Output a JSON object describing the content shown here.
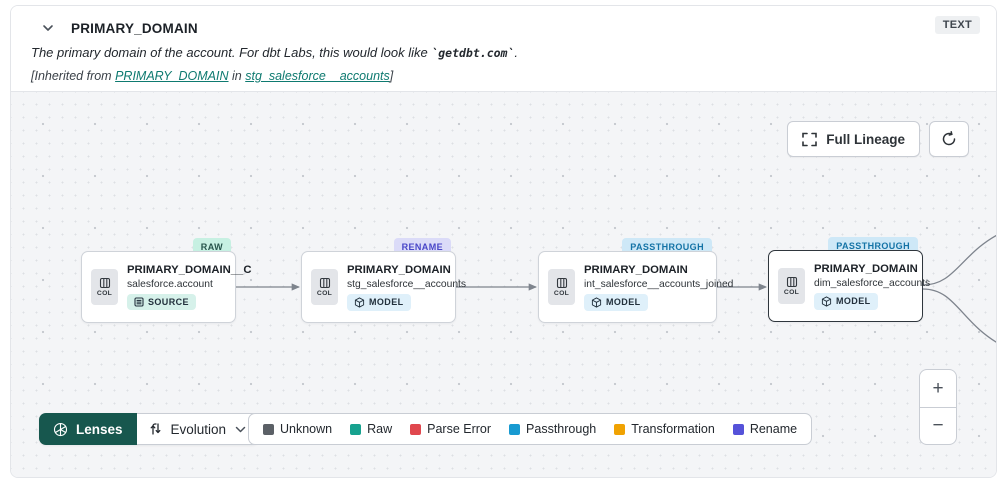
{
  "header": {
    "title": "PRIMARY_DOMAIN",
    "type_badge": "TEXT",
    "description": {
      "prefix": "The primary domain of the account. For dbt Labs, this would look like ",
      "code": "`getdbt.com`",
      "suffix": "."
    },
    "inherited": {
      "prefix": "[Inherited from ",
      "column_link": "PRIMARY_DOMAIN",
      "middle": " in ",
      "model_link": "stg_salesforce__accounts",
      "suffix": "]"
    }
  },
  "lineage": {
    "full_lineage_button": "Full Lineage",
    "nodes": [
      {
        "title": "PRIMARY_DOMAIN__C",
        "subtitle": "salesforce.account",
        "resource_type": "SOURCE",
        "evolution": "RAW",
        "col_label": "COL"
      },
      {
        "title": "PRIMARY_DOMAIN",
        "subtitle": "stg_salesforce__accounts",
        "resource_type": "MODEL",
        "evolution": "RENAME",
        "col_label": "COL"
      },
      {
        "title": "PRIMARY_DOMAIN",
        "subtitle": "int_salesforce__accounts_joined",
        "resource_type": "MODEL",
        "evolution": "PASSTHROUGH",
        "col_label": "COL"
      },
      {
        "title": "PRIMARY_DOMAIN",
        "subtitle": "dim_salesforce_accounts",
        "resource_type": "MODEL",
        "evolution": "PASSTHROUGH",
        "col_label": "COL"
      }
    ]
  },
  "lenses": {
    "button_label": "Lenses",
    "selected_lens": "Evolution"
  },
  "legend": {
    "items": [
      {
        "label": "Unknown",
        "color": "#5B6066"
      },
      {
        "label": "Raw",
        "color": "#17A28F"
      },
      {
        "label": "Parse Error",
        "color": "#E0474E"
      },
      {
        "label": "Passthrough",
        "color": "#189AD1"
      },
      {
        "label": "Transformation",
        "color": "#F0A202"
      },
      {
        "label": "Rename",
        "color": "#5552D9"
      }
    ]
  },
  "zoom_controls": {
    "zoom_in": "+",
    "zoom_out": "−"
  },
  "colors": {
    "link_teal": "#0E7A70",
    "lenses_green": "#17574E",
    "canvas_bg": "#F4F5F7",
    "selected_node_border": "#2F363D",
    "raw_badge_bg": "#C7F0E2",
    "rename_badge_bg": "#DBDBF8",
    "rename_badge_text": "#4845C8",
    "passthrough_badge_bg": "#CEE8F7",
    "passthrough_badge_text": "#1473A6",
    "source_badge_bg": "#D6F1EA",
    "model_badge_bg": "#DFF0FA",
    "edge": "#7E848D"
  }
}
